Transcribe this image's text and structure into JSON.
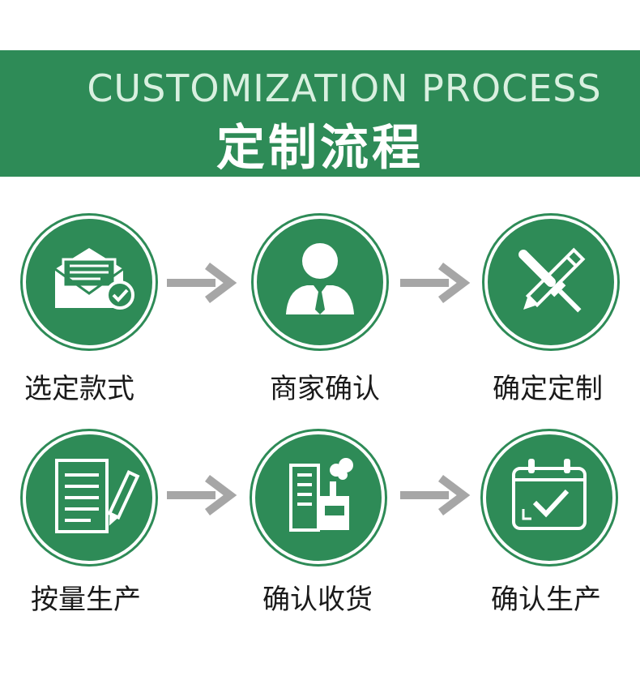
{
  "header": {
    "title_en": "CUSTOMIZATION PROCESS",
    "title_cn": "定制流程"
  },
  "colors": {
    "brand_green": "#2e8b57",
    "arrow_gray": "#a6a6a6"
  },
  "steps": [
    {
      "label": "选定款式",
      "icon": "envelope-check-icon"
    },
    {
      "label": "商家确认",
      "icon": "businessman-icon"
    },
    {
      "label": "确定定制",
      "icon": "pencil-wrench-icon"
    },
    {
      "label": "按量生产",
      "icon": "document-pen-icon"
    },
    {
      "label": "确认收货",
      "icon": "factory-icon"
    },
    {
      "label": "确认生产",
      "icon": "calendar-check-icon"
    }
  ]
}
